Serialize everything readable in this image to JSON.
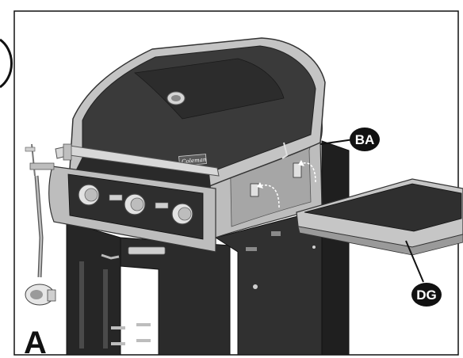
{
  "figure": {
    "step_label": "A",
    "callouts": [
      {
        "id": "BA",
        "label": "BA",
        "target": "side-shelf-bracket"
      },
      {
        "id": "DG",
        "label": "DG",
        "target": "side-shelf"
      }
    ],
    "brand_plate": "Coleman",
    "colors": {
      "ink": "#111111",
      "body_dark": "#2e2e2e",
      "lid_dark": "#3a3a3a",
      "silver": "#c9c9c9",
      "silver_shadow": "#9a9a9a",
      "background": "#ffffff"
    },
    "icons": [
      "control-knob-icon",
      "curved-arrow-icon",
      "hook-bracket-icon",
      "propane-tank-regulator-icon"
    ]
  }
}
